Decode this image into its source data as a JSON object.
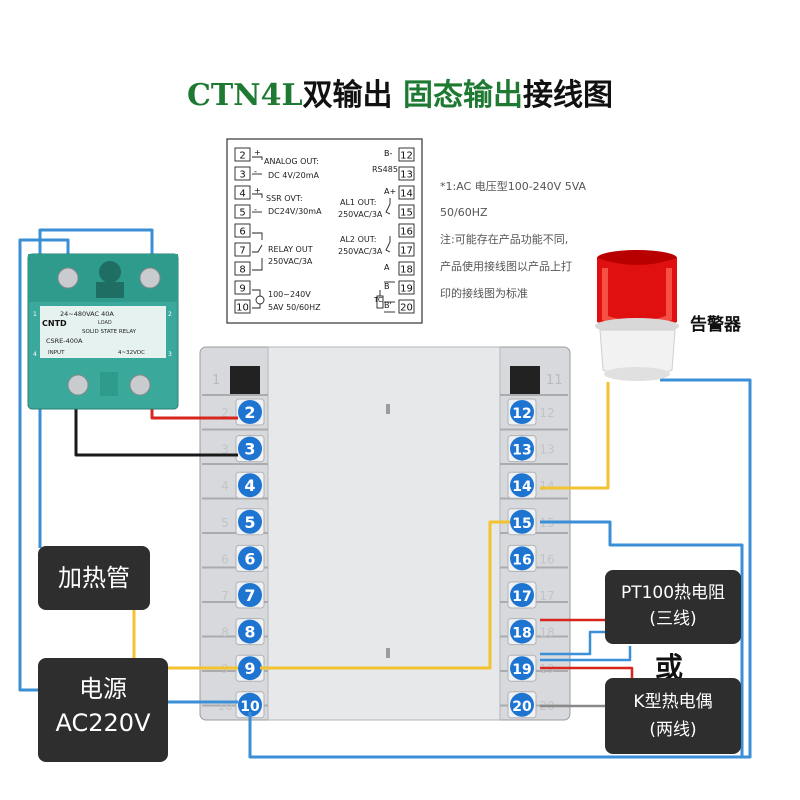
{
  "title": {
    "part1": "CTN4L",
    "part2": "双输出",
    "part3": "固态输出",
    "part4": "接线图"
  },
  "label_box": {
    "left_terminals": [
      {
        "num": "2",
        "sign": "+"
      },
      {
        "num": "3",
        "sign": "-"
      },
      {
        "num": "4",
        "sign": "+"
      },
      {
        "num": "5",
        "sign": "-"
      },
      {
        "num": "6",
        "sign": ""
      },
      {
        "num": "7",
        "sign": ""
      },
      {
        "num": "8",
        "sign": ""
      },
      {
        "num": "9",
        "sign": ""
      },
      {
        "num": "10",
        "sign": ""
      }
    ],
    "right_terminals": [
      {
        "num": "12",
        "sign": "B-"
      },
      {
        "num": "13",
        "sign": ""
      },
      {
        "num": "14",
        "sign": "A+"
      },
      {
        "num": "15",
        "sign": ""
      },
      {
        "num": "16",
        "sign": ""
      },
      {
        "num": "17",
        "sign": ""
      },
      {
        "num": "18",
        "sign": "A"
      },
      {
        "num": "19",
        "sign": "B"
      },
      {
        "num": "20",
        "sign": "B'"
      }
    ],
    "analog_out": "ANALOG OUT:",
    "analog_spec": "DC 4V/20mA",
    "ssr_out": "SSR OVT:",
    "ssr_spec": "DC24V/30mA",
    "relay_out": "RELAY OUT",
    "relay_spec": "250VAC/3A",
    "power_1": "100~240V",
    "power_2": "5AV 50/60HZ",
    "rs485": "RS485",
    "al1_out": "AL1 OUT:",
    "al1_spec": "250VAC/3A",
    "al2_out": "AL2 OUT:",
    "al2_spec": "250VAC/3A",
    "tc": "TC",
    "plus": "+",
    "minus": "-"
  },
  "notes": [
    "*1:AC 电压型100-240V 5VA",
    "50/60HZ",
    "注:可能存在产品功能不同,",
    "产品使用接线图以产品上打",
    "印的接线图为标准"
  ],
  "ssr": {
    "brand": "CNTD",
    "spec": "24~480VAC  40A",
    "load": "LOAD",
    "type": "SOLID STATE RELAY",
    "model": "CSRE-400A",
    "input": "INPUT",
    "input_spec": "4~32VDC",
    "t1": "1",
    "t2": "2",
    "t3": "3",
    "t4": "4"
  },
  "controller": {
    "left_terminals": [
      "2",
      "3",
      "4",
      "5",
      "6",
      "7",
      "8",
      "9",
      "10"
    ],
    "right_terminals": [
      "12",
      "13",
      "14",
      "15",
      "16",
      "17",
      "18",
      "19",
      "20"
    ],
    "left_top": "1",
    "right_top": "11"
  },
  "labels": {
    "heater": "加热管",
    "power_line1": "电源",
    "power_line2": "AC220V",
    "alarm": "告警器",
    "pt100_line1": "PT100热电阻",
    "pt100_line2": "(三线)",
    "or": "或",
    "k_line1": "K型热电偶",
    "k_line2": "(两线)"
  },
  "colors": {
    "title_green": "#1e7a32",
    "wire_blue": "#3a8fd6",
    "wire_yellow": "#f2c230",
    "wire_red": "#d8261e",
    "wire_black": "#1a1a1a",
    "wire_gray": "#8a8a8a",
    "terminal_blue": "#1e74d1",
    "ssr_teal": "#3aa99b",
    "label_bg": "#2e2e2e",
    "alarm_red": "#e01010"
  }
}
